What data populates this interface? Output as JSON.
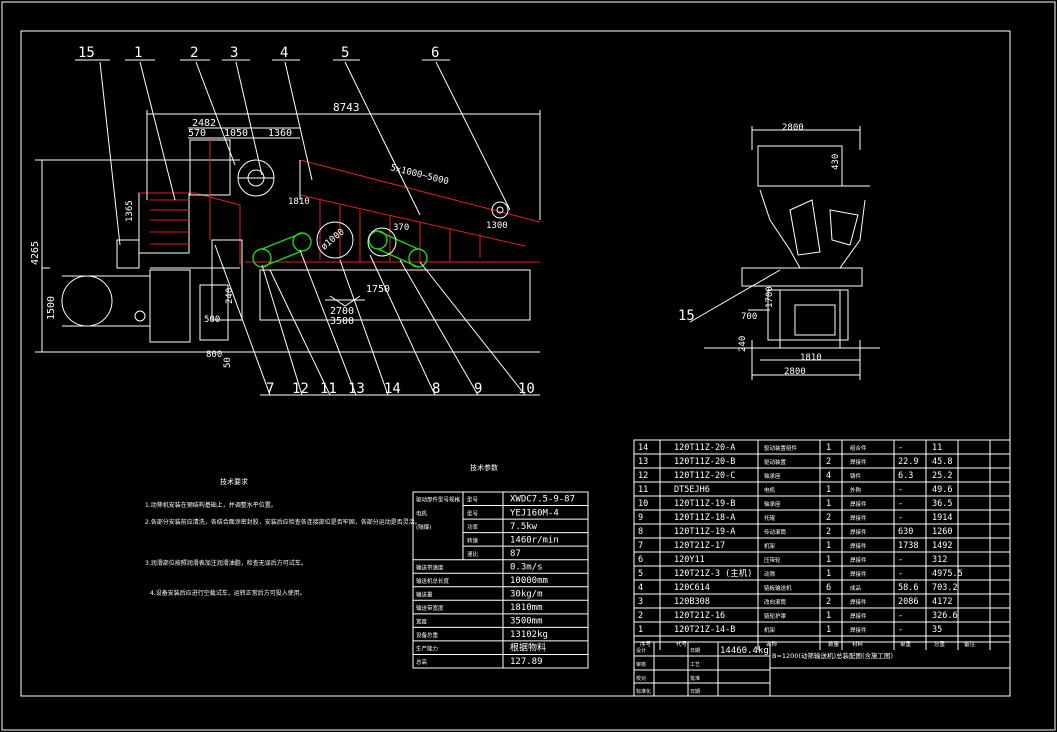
{
  "drawing": {
    "part_callouts": [
      "15",
      "1",
      "2",
      "3",
      "4",
      "5",
      "6"
    ],
    "bottom_callouts": [
      "7",
      "12",
      "11",
      "13",
      "14",
      "8",
      "9",
      "10"
    ],
    "dims": {
      "overall_len": "8743",
      "d2482": "2482",
      "d570": "570",
      "d1050": "1050",
      "d1360": "1360",
      "d1810": "1810",
      "d1365": "1365",
      "d4265": "4265",
      "d1500": "1500",
      "d500": "500",
      "d800": "800",
      "d1750": "1750",
      "d2700": "2700",
      "d3500": "3500",
      "d370": "370",
      "d1000": "ø1000",
      "d240": "240",
      "d50": "50",
      "screen_spec": "5x1000~5000",
      "d1300": "1300"
    },
    "side_view": {
      "callout": "15",
      "w_top": "2800",
      "w_1810": "1810",
      "w_bottom": "2800",
      "h_1700": "1700",
      "d700": "700",
      "d240": "240",
      "d430": "430"
    }
  },
  "tech_notes": {
    "title": "技术要求",
    "items": [
      "1.动筛机安装在钢结构基础上，并调整水平位置。",
      "2.各部分安装前应清洗，各结合面涂密封胶，安装后应检查各连接部位是否牢固，各部分运动是否灵活。",
      "3.润滑部位按照润滑表加注润滑油脂，检查无误后方可试车。",
      "4.设备安装后应进行空载试车，运转正常后方可投入使用。"
    ]
  },
  "tech_table": {
    "title": "技术参数",
    "rows": [
      [
        "驱动部件型号规格",
        "型号",
        "XWDC7.5-9-87"
      ],
      [
        "电机",
        "型号",
        "YEJ160M-4"
      ],
      [
        "(隔爆)",
        "功率",
        "7.5kw"
      ],
      [
        "",
        "转速",
        "1460r/min"
      ],
      [
        "",
        "速比",
        "87"
      ],
      [
        "输送带速度",
        "",
        "0.3m/s"
      ],
      [
        "输送机总长度",
        "",
        "10000mm"
      ],
      [
        "输送量",
        "",
        "30kg/m"
      ],
      [
        "输送带宽度",
        "",
        "1810mm"
      ],
      [
        "宽度",
        "",
        "3500mm"
      ],
      [
        "设备总重",
        "",
        "13102kg"
      ],
      [
        "生产能力",
        "",
        "根据物料"
      ],
      [
        "总高",
        "",
        "127.89"
      ]
    ]
  },
  "bom": {
    "rows": [
      [
        "14",
        "120T11Z-20-A",
        "驱动装置组件",
        "1",
        "组合件",
        "-",
        "11"
      ],
      [
        "13",
        "120T11Z-20-B",
        "驱动装置",
        "2",
        "焊接件",
        "22.9",
        "45.8"
      ],
      [
        "12",
        "120T11Z-20-C",
        "轴承座",
        "4",
        "铸件",
        "6.3",
        "25.2"
      ],
      [
        "11",
        "DT5EJH6",
        "电机",
        "1",
        "外购",
        "-",
        "49.6"
      ],
      [
        "10",
        "120T11Z-19-B",
        "轴承座",
        "1",
        "焊接件",
        "-",
        "36.5"
      ],
      [
        "9",
        "120T11Z-18-A",
        "托辊",
        "2",
        "焊接件",
        "-",
        "1914"
      ],
      [
        "8",
        "120T11Z-19-A",
        "传动滚筒",
        "2",
        "焊接件",
        "630",
        "1260"
      ],
      [
        "7",
        "120T21Z-17",
        "机架",
        "1",
        "焊接件",
        "1738",
        "1492"
      ],
      [
        "6",
        "120Y11",
        "压带轮",
        "1",
        "焊接件",
        "-",
        "312"
      ],
      [
        "5",
        "120T21Z-3 (主机)",
        "动筛",
        "1",
        "焊接件",
        "-",
        "4975.5"
      ],
      [
        "4",
        "120C614",
        "链板输送机",
        "6",
        "成品",
        "58.6",
        "703.2"
      ],
      [
        "3",
        "120B308",
        "改向滚筒",
        "2",
        "焊接件",
        "2086",
        "4172"
      ],
      [
        "2",
        "120T21Z-16",
        "链轮护罩",
        "1",
        "焊接件",
        "-",
        "326.6"
      ],
      [
        "1",
        "120T21Z-14-B",
        "机架",
        "1",
        "焊接件",
        "-",
        "35"
      ]
    ],
    "header": [
      "序号",
      "代号",
      "名称",
      "数量",
      "材料",
      "单重",
      "总重",
      "备注"
    ],
    "title_block": {
      "weight": "14460.4kg",
      "drawing_title": "B=1200(动筛输送机)总装配图(含施工图)",
      "labels": [
        "设计",
        "审核",
        "校对",
        "日期",
        "工艺",
        "批准",
        "标准化",
        "日期",
        "审定"
      ]
    }
  }
}
